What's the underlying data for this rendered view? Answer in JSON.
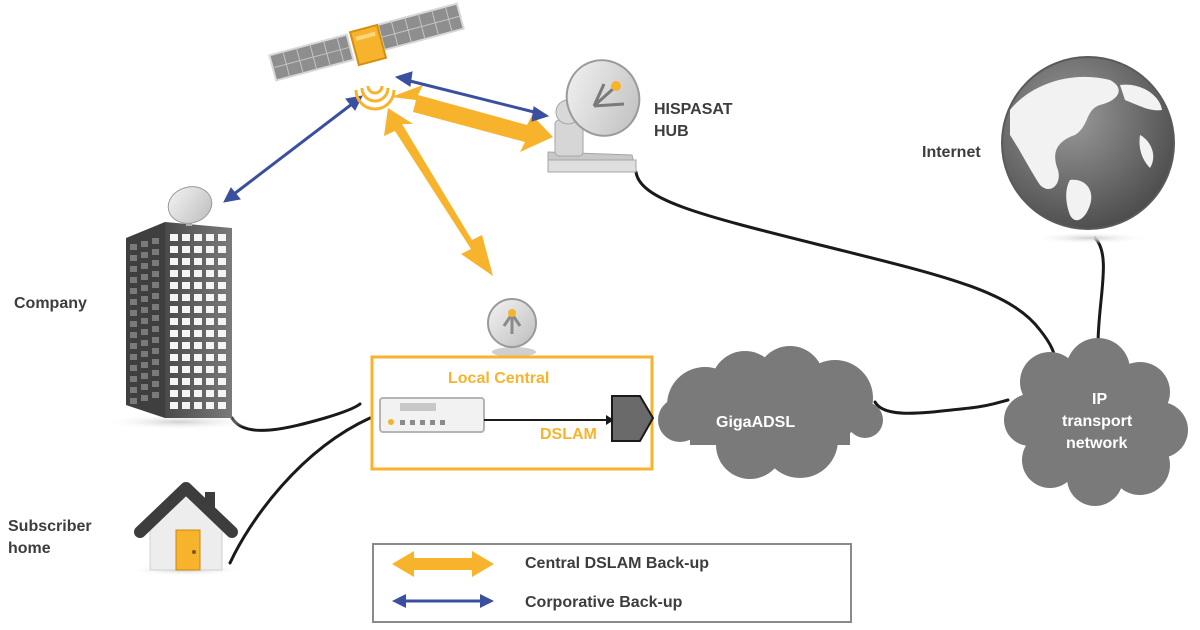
{
  "colors": {
    "orange": "#f7b32b",
    "blue": "#3a4f9e",
    "dark_gray": "#3d3d3d",
    "cloud_gray": "#7a7a7a",
    "building_gray": "#6e6e6e",
    "link_black": "#1a1a1a"
  },
  "labels": {
    "hub": [
      "HISPASAT",
      "HUB"
    ],
    "internet": "Internet",
    "company": "Company",
    "local_central": "Local Central",
    "dslam": "DSLAM",
    "gigaadsl": "GigaADSL",
    "ip_network": [
      "IP",
      "transport",
      "network"
    ],
    "subscriber": [
      "Subscriber",
      "home"
    ]
  },
  "legend": {
    "items": [
      {
        "label": "Central DSLAM Back-up",
        "color": "#f7b32b",
        "icon": "double-arrow-thick"
      },
      {
        "label": "Corporative Back-up",
        "color": "#3a4f9e",
        "icon": "double-arrow-thin"
      }
    ]
  },
  "icons": {
    "satellite": "satellite-icon",
    "hub": "hub-dish-icon",
    "globe": "globe-icon",
    "building": "office-building-icon",
    "central_dish": "dish-icon",
    "dslam_device": "dslam-device-icon",
    "house": "house-icon"
  }
}
